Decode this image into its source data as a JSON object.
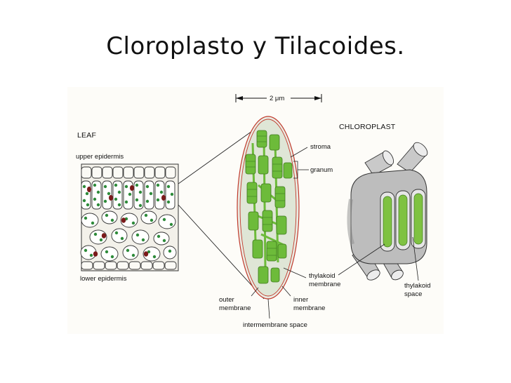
{
  "slide": {
    "title": "Cloroplasto y Tilacoides."
  },
  "diagram": {
    "scale_bar": "2 μm",
    "leaf_title": "LEAF",
    "chloroplast_title": "CHLOROPLAST",
    "labels": {
      "upper_epidermis": "upper epidermis",
      "lower_epidermis": "lower epidermis",
      "stroma": "stroma",
      "granum": "granum",
      "thylakoid_membrane_1": "thylakoid",
      "thylakoid_membrane_2": "membrane",
      "thylakoid_space_1": "thylakoid",
      "thylakoid_space_2": "space",
      "outer_membrane_1": "outer",
      "outer_membrane_2": "membrane",
      "inner_membrane_1": "inner",
      "inner_membrane_2": "membrane",
      "intermembrane_space": "intermembrane space"
    },
    "colors": {
      "grana_green": "#6dbb3a",
      "stroma_fill": "#dfe6d6",
      "membrane_red": "#c0392b",
      "cell_green": "#2e8b3a",
      "nucleus": "#7a1a1a"
    }
  }
}
